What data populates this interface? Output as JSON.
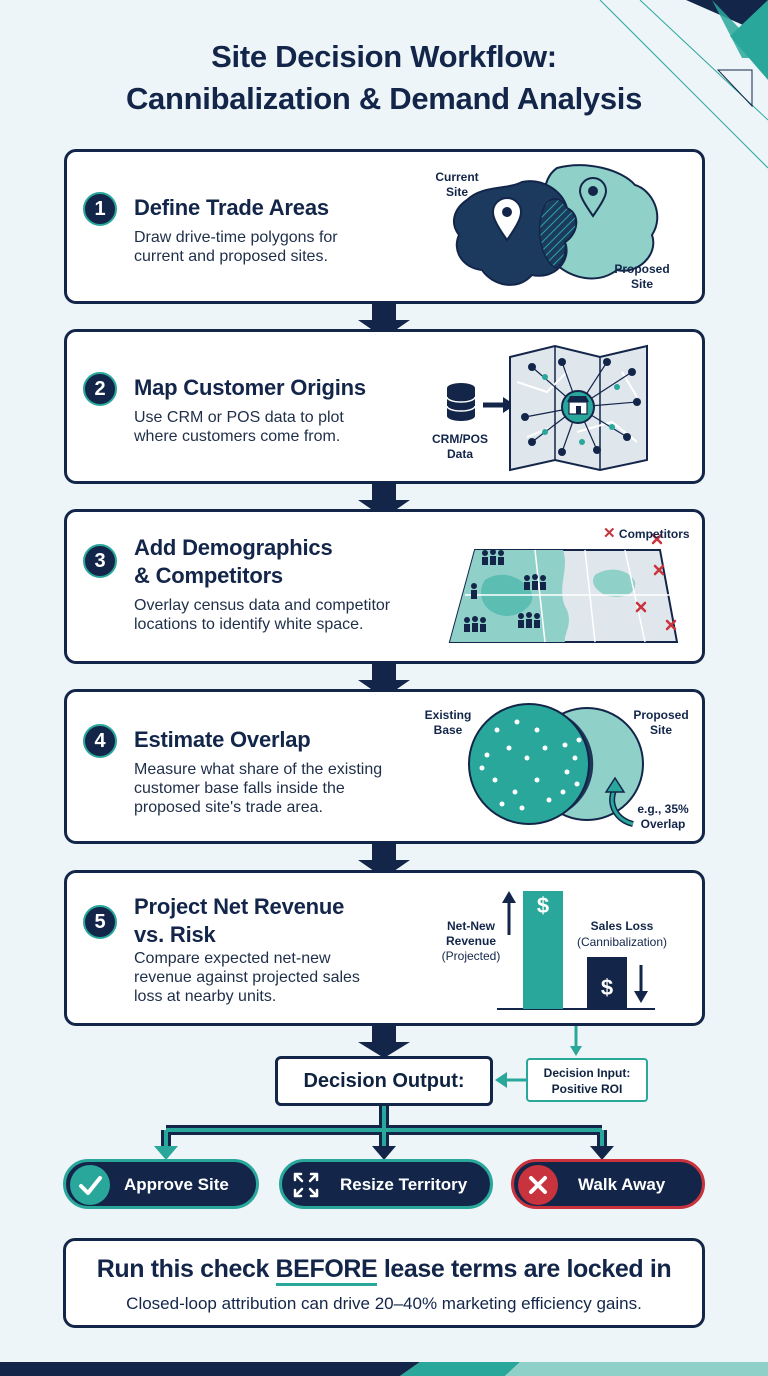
{
  "title": {
    "line1": "Site Decision Workflow:",
    "line2": "Cannibalization & Demand Analysis"
  },
  "steps": [
    {
      "number": "1",
      "title": "Define Trade Areas",
      "desc_lines": [
        "Draw drive-time polygons for",
        "current and proposed sites."
      ],
      "labels": {
        "current": [
          "Current",
          "Site"
        ],
        "proposed": [
          "Proposed",
          "Site"
        ]
      }
    },
    {
      "number": "2",
      "title": "Map Customer Origins",
      "desc_lines": [
        "Use CRM or POS data to plot",
        "where customers come from."
      ],
      "labels": {
        "data": [
          "CRM/POS",
          "Data"
        ]
      }
    },
    {
      "number": "3",
      "title_lines": [
        "Add Demographics",
        "& Competitors"
      ],
      "desc_lines": [
        "Overlay census data and competitor",
        "locations to identify white space."
      ],
      "labels": {
        "competitors": "Competitors"
      }
    },
    {
      "number": "4",
      "title": "Estimate Overlap",
      "desc_lines": [
        "Measure what share of the existing",
        "customer base falls inside the",
        "proposed site's trade area."
      ],
      "labels": {
        "existing": [
          "Existing",
          "Base"
        ],
        "proposed": [
          "Proposed",
          "Site"
        ],
        "overlap": [
          "e.g., 35%",
          "Overlap"
        ]
      }
    },
    {
      "number": "5",
      "title_lines": [
        "Project Net Revenue",
        "vs. Risk"
      ],
      "desc_lines": [
        "Compare expected net-new",
        "revenue against projected sales",
        "loss at nearby units."
      ],
      "labels": {
        "net_new": [
          "Net-New",
          "Revenue"
        ],
        "net_new_sub": "(Projected)",
        "sales_loss": "Sales Loss",
        "sales_loss_sub": "(Cannibalization)",
        "currency": "$"
      }
    }
  ],
  "decision": {
    "output_label": "Decision Output:",
    "input_lines": [
      "Decision Input:",
      "Positive ROI"
    ],
    "options": [
      {
        "label": "Approve Site",
        "icon": "check-icon"
      },
      {
        "label": "Resize Territory",
        "icon": "resize-arrows-icon"
      },
      {
        "label": "Walk Away",
        "icon": "x-icon"
      }
    ]
  },
  "footer": {
    "pre": "Run this check ",
    "emph": "BEFORE",
    "post": " lease terms are locked in",
    "sub": "Closed-loop attribution can drive 20–40% marketing efficiency gains."
  },
  "colors": {
    "navy": "#13264a",
    "teal": "#2aa79b",
    "light_teal": "#8fd0c9",
    "red": "#c8333d",
    "background": "#eef5f8"
  }
}
